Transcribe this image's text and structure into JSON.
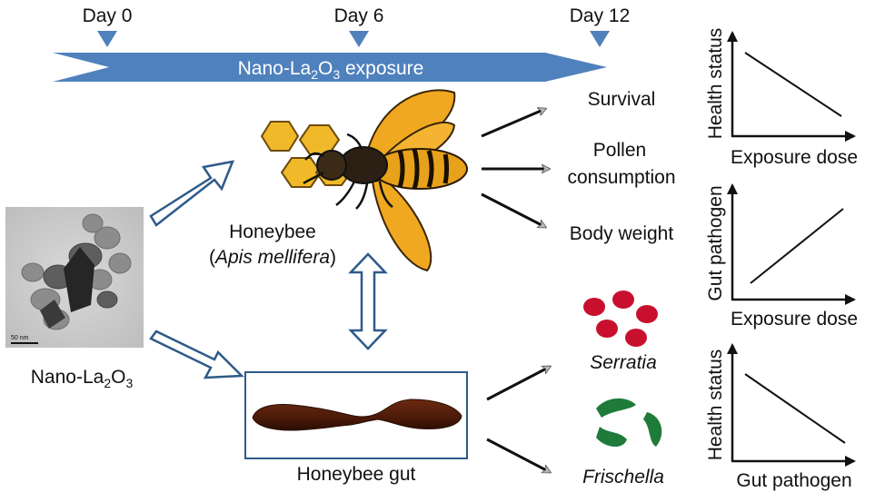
{
  "timeline": {
    "days": [
      "Day 0",
      "Day 6",
      "Day 12"
    ],
    "bar_label_main": "Nano-La",
    "bar_label_sub1": "2",
    "bar_label_mid": "O",
    "bar_label_sub2": "3",
    "bar_label_tail": " exposure",
    "bar_color": "#4f81bd"
  },
  "particle": {
    "label_main": "Nano-La",
    "label_sub1": "2",
    "label_mid": "O",
    "label_sub2": "3",
    "scale_text": "50 nm"
  },
  "honeybee": {
    "name": "Honeybee",
    "species_open": "(",
    "species": "Apis mellifera",
    "species_close": ")"
  },
  "gut": {
    "label": "Honeybee gut"
  },
  "endpoints": {
    "survival": "Survival",
    "pollen_line1": "Pollen",
    "pollen_line2": "consumption",
    "body_weight": "Body weight"
  },
  "bacteria": {
    "serratia": "Serratia",
    "frischella": "Frischella",
    "serratia_color": "#c8102e",
    "frischella_color": "#1e7b3a"
  },
  "graphs": [
    {
      "ylabel": "Health status",
      "xlabel": "Exposure dose",
      "trend": "decreasing"
    },
    {
      "ylabel": "Gut pathogen",
      "xlabel": "Exposure dose",
      "trend": "increasing"
    },
    {
      "ylabel": "Health status",
      "xlabel": "Gut pathogen",
      "trend": "decreasing"
    }
  ]
}
